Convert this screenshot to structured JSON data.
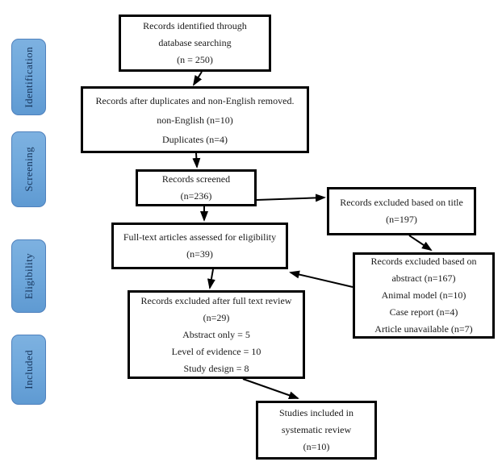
{
  "diagram_title": "PRISMA-style study selection flow diagram",
  "colors": {
    "stage_fill": "#6fa8dc",
    "stage_border": "#4f81bd",
    "stage_text": "#17365d",
    "box_border": "#000000",
    "arrow": "#000000"
  },
  "stages": [
    {
      "id": "identification",
      "label": "Identification"
    },
    {
      "id": "screening",
      "label": "Screening"
    },
    {
      "id": "eligibility",
      "label": "Eligibility"
    },
    {
      "id": "included",
      "label": "Included"
    }
  ],
  "boxes": {
    "identified": {
      "lines": [
        "Records identified through",
        "database searching",
        "(n = 250)"
      ]
    },
    "deduplicated": {
      "lines": [
        "Records after duplicates and non-English removed.",
        "non-English (n=10)",
        "Duplicates (n=4)"
      ]
    },
    "screened": {
      "lines": [
        "Records screened",
        "(n=236)"
      ]
    },
    "excluded_title": {
      "lines": [
        "Records excluded based on title",
        "(n=197)"
      ]
    },
    "fulltext": {
      "lines": [
        "Full-text articles assessed for eligibility",
        "(n=39)"
      ]
    },
    "excluded_abstract": {
      "lines": [
        "Records excluded based on",
        "abstract (n=167)",
        "Animal model (n=10)",
        "Case report (n=4)",
        "Article unavailable (n=7)"
      ]
    },
    "excluded_fulltext": {
      "lines": [
        "Records excluded after full text review",
        "(n=29)",
        "Abstract only = 5",
        "Level of evidence = 10",
        "Study design = 8"
      ]
    },
    "included_studies": {
      "lines": [
        "Studies included in",
        "systematic review",
        "(n=10)"
      ]
    }
  }
}
